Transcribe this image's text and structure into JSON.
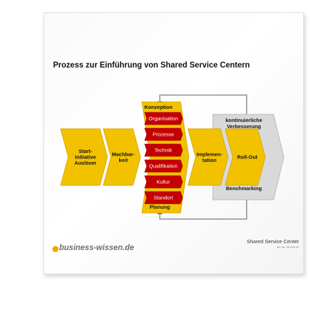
{
  "title": "Prozess zur Einführung von Shared Service Centern",
  "stages": [
    {
      "id": "start",
      "lines": [
        "Start-",
        "Initiative",
        "Auslöser"
      ]
    },
    {
      "id": "machbarkeit",
      "lines": [
        "Machbar-",
        "keit"
      ]
    },
    {
      "id": "implementation",
      "lines": [
        "Implemen-",
        "tation"
      ]
    },
    {
      "id": "rollout",
      "lines": [
        "Roll-Out"
      ]
    }
  ],
  "konzeption": {
    "header": "Konzeption",
    "footer": "Planung",
    "items": [
      "Organisation",
      "Prozesse",
      "Technik",
      "Qualifikation",
      "Kultur",
      "Standort"
    ]
  },
  "grey_stage": {
    "top_lines": [
      "kontinuierliche",
      "Verbesserung"
    ],
    "bottom": "Benchmarking"
  },
  "footer": {
    "brand": "business-wissen.de",
    "right_title": "Shared Service Center",
    "right_sub": "Art.-Nr. 00-010-01"
  },
  "colors": {
    "yellow": "#f2c200",
    "yellow_dark": "#d9a800",
    "red": "#c40000",
    "grey": "#d8d8d8",
    "grey_dark": "#b0b0b0",
    "loop": "#7a7a7a",
    "brand_dot": "#f0a800"
  }
}
